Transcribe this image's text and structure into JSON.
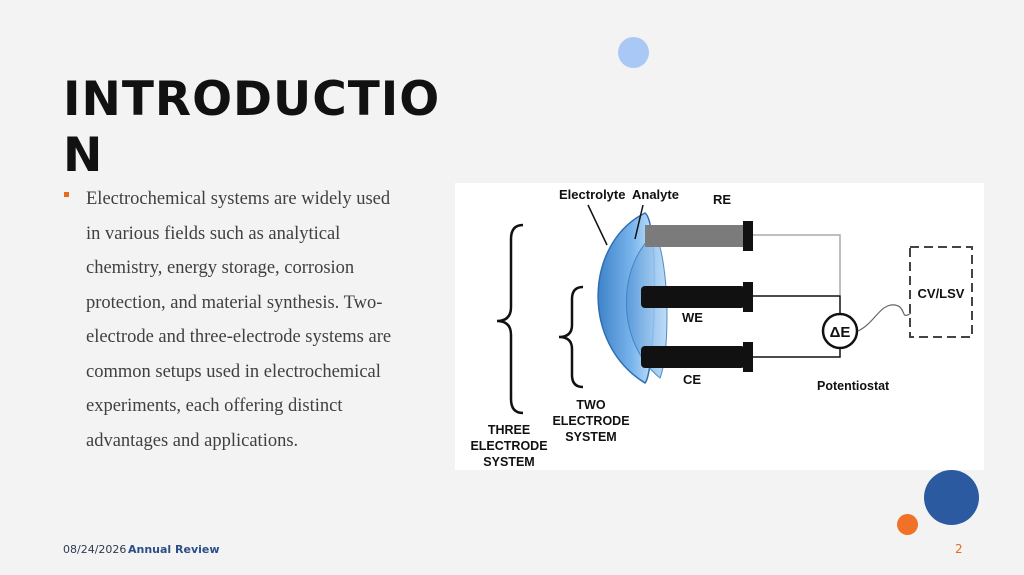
{
  "slide": {
    "title": "INTRODUCTION",
    "bullets": [
      "Electrochemical systems are widely used in various fields such as analytical chemistry, energy storage, corrosion protection, and material synthesis. Two-electrode and three-electrode systems are common setups used in electrochemical experiments, each offering distinct advantages and applications."
    ]
  },
  "figure": {
    "electrolyte": "Electrolyte",
    "analyte": "Analyte",
    "re": "RE",
    "we": "WE",
    "ce": "CE",
    "cvlsv": "CV/LSV",
    "potentiostat": "Potentiostat",
    "delta_e": "ΔE",
    "two_electrode": [
      "TWO",
      "ELECTRODE",
      "SYSTEM"
    ],
    "three_electrode": [
      "THREE",
      "ELECTRODE",
      "SYSTEM"
    ]
  },
  "footer": {
    "date": "08/24/2026",
    "name": "Annual Review",
    "page": "2"
  },
  "colors": {
    "accent_orange": "#e46c1e",
    "accent_blue_dark": "#2c5aa0",
    "accent_blue_light": "#a9c8f5"
  }
}
